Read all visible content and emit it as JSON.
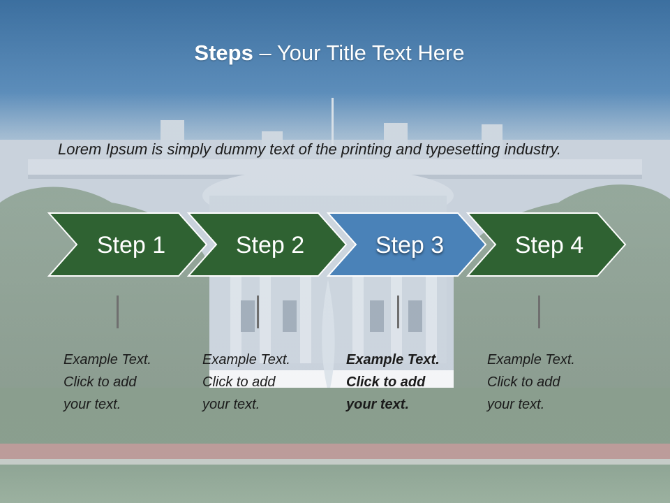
{
  "slide": {
    "title_bold": "Steps",
    "title_rest": " – Your Title Text Here",
    "intro": "Lorem Ipsum is simply dummy text of the printing and typesetting industry."
  },
  "steps": [
    {
      "label": "Step 1",
      "active": false,
      "line1": "Example Text.",
      "line2": "Click  to add",
      "line3": "your text."
    },
    {
      "label": "Step 2",
      "active": false,
      "line1": "Example Text.",
      "line2": "Click  to add",
      "line3": "your text."
    },
    {
      "label": "Step 3",
      "active": true,
      "line1": "Example Text.",
      "line2": "Click  to add",
      "line3": "your text."
    },
    {
      "label": "Step 4",
      "active": false,
      "line1": "Example Text.",
      "line2": "Click  to add",
      "line3": "your text."
    }
  ],
  "colors": {
    "chevron_green": "#2f6232",
    "chevron_blue": "#4a82b8",
    "chevron_border": "#ffffff",
    "sky_top": "#3e76a8",
    "title_text": "#ffffff"
  }
}
